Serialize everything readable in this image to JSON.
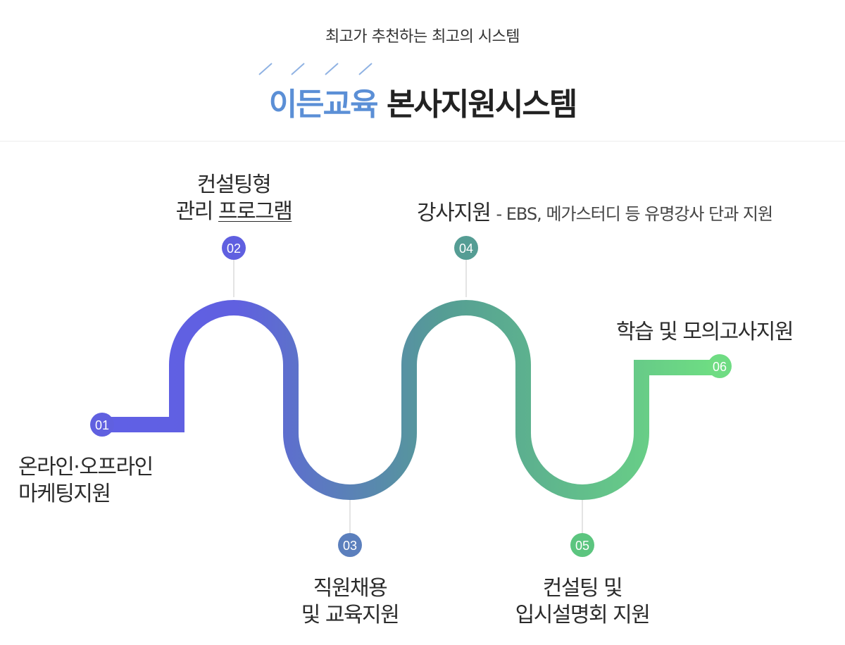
{
  "header": {
    "subtitle": "최고가 추천하는 최고의 시스템",
    "title_brand": "이든교육",
    "title_rest": "본사지원시스템"
  },
  "steps": [
    {
      "number": "01",
      "line1": "온라인·오프라인",
      "line2": "마케팅지원",
      "color": "#5f5fe0"
    },
    {
      "number": "02",
      "line1": "컨설팅형",
      "line2a": "관리 ",
      "line2b": "프로그램",
      "color": "#5f5fe0"
    },
    {
      "number": "03",
      "line1": "직원채용",
      "line2": "및 교육지원",
      "color": "#5b7fbd"
    },
    {
      "number": "04",
      "line1": "강사지원",
      "detail": "- EBS, 메가스터디 등 유명강사 단과 지원",
      "color": "#559d94"
    },
    {
      "number": "05",
      "line1": "컨설팅 및",
      "line2": "입시설명회 지원",
      "color": "#5cc57f"
    },
    {
      "number": "06",
      "line1": "학습 및 모의고사지원",
      "color": "#6fdc83"
    }
  ],
  "colors": {
    "brand": "#5b8fd6",
    "path_start": "#6060e6",
    "path_mid": "#559d94",
    "path_end": "#6fe082"
  }
}
